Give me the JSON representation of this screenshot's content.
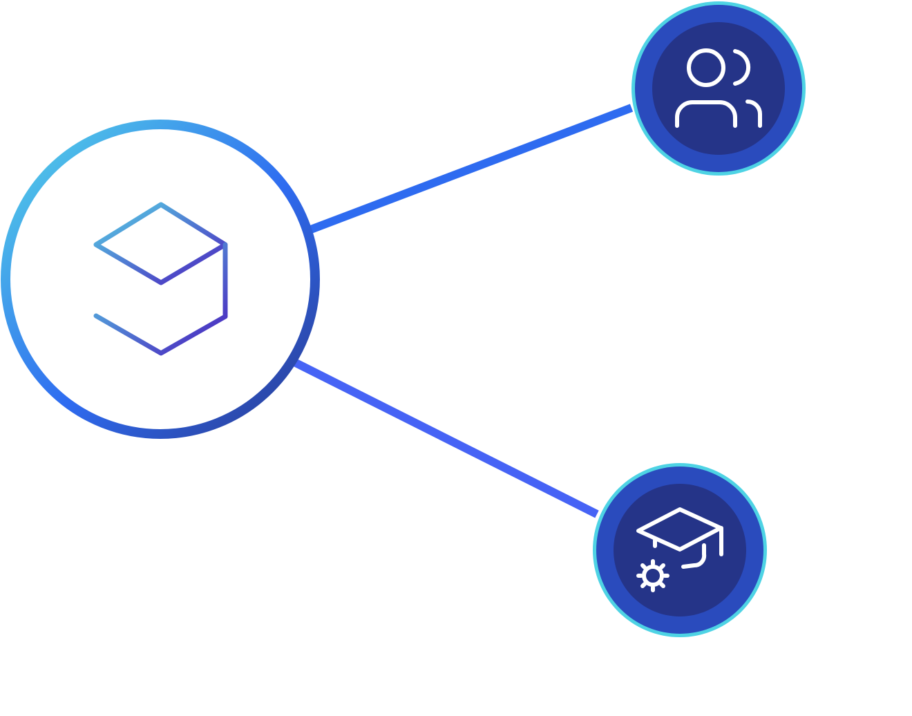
{
  "diagram": {
    "nodes": [
      {
        "id": "hub",
        "icon": "cube-icon",
        "role": "central"
      },
      {
        "id": "users",
        "icon": "users-icon",
        "role": "satellite"
      },
      {
        "id": "training",
        "icon": "graduation-cap-gear-icon",
        "role": "satellite"
      }
    ],
    "edges": [
      {
        "from": "hub",
        "to": "users"
      },
      {
        "from": "hub",
        "to": "training"
      }
    ]
  },
  "colors": {
    "connector": "#2e6bf0",
    "connector_lower": "#4663f5",
    "hub_ring_start": "#56d6e6",
    "hub_ring_mid": "#2e6bf0",
    "hub_ring_end": "#2a3a8f",
    "satellite_outer_ring": "#4ed3e4",
    "satellite_fill": "#2a4bbd",
    "satellite_inner_fill": "#253488",
    "icon_stroke": "#ffffff",
    "cube_start": "#56d6e6",
    "cube_end": "#4a1bbd"
  }
}
